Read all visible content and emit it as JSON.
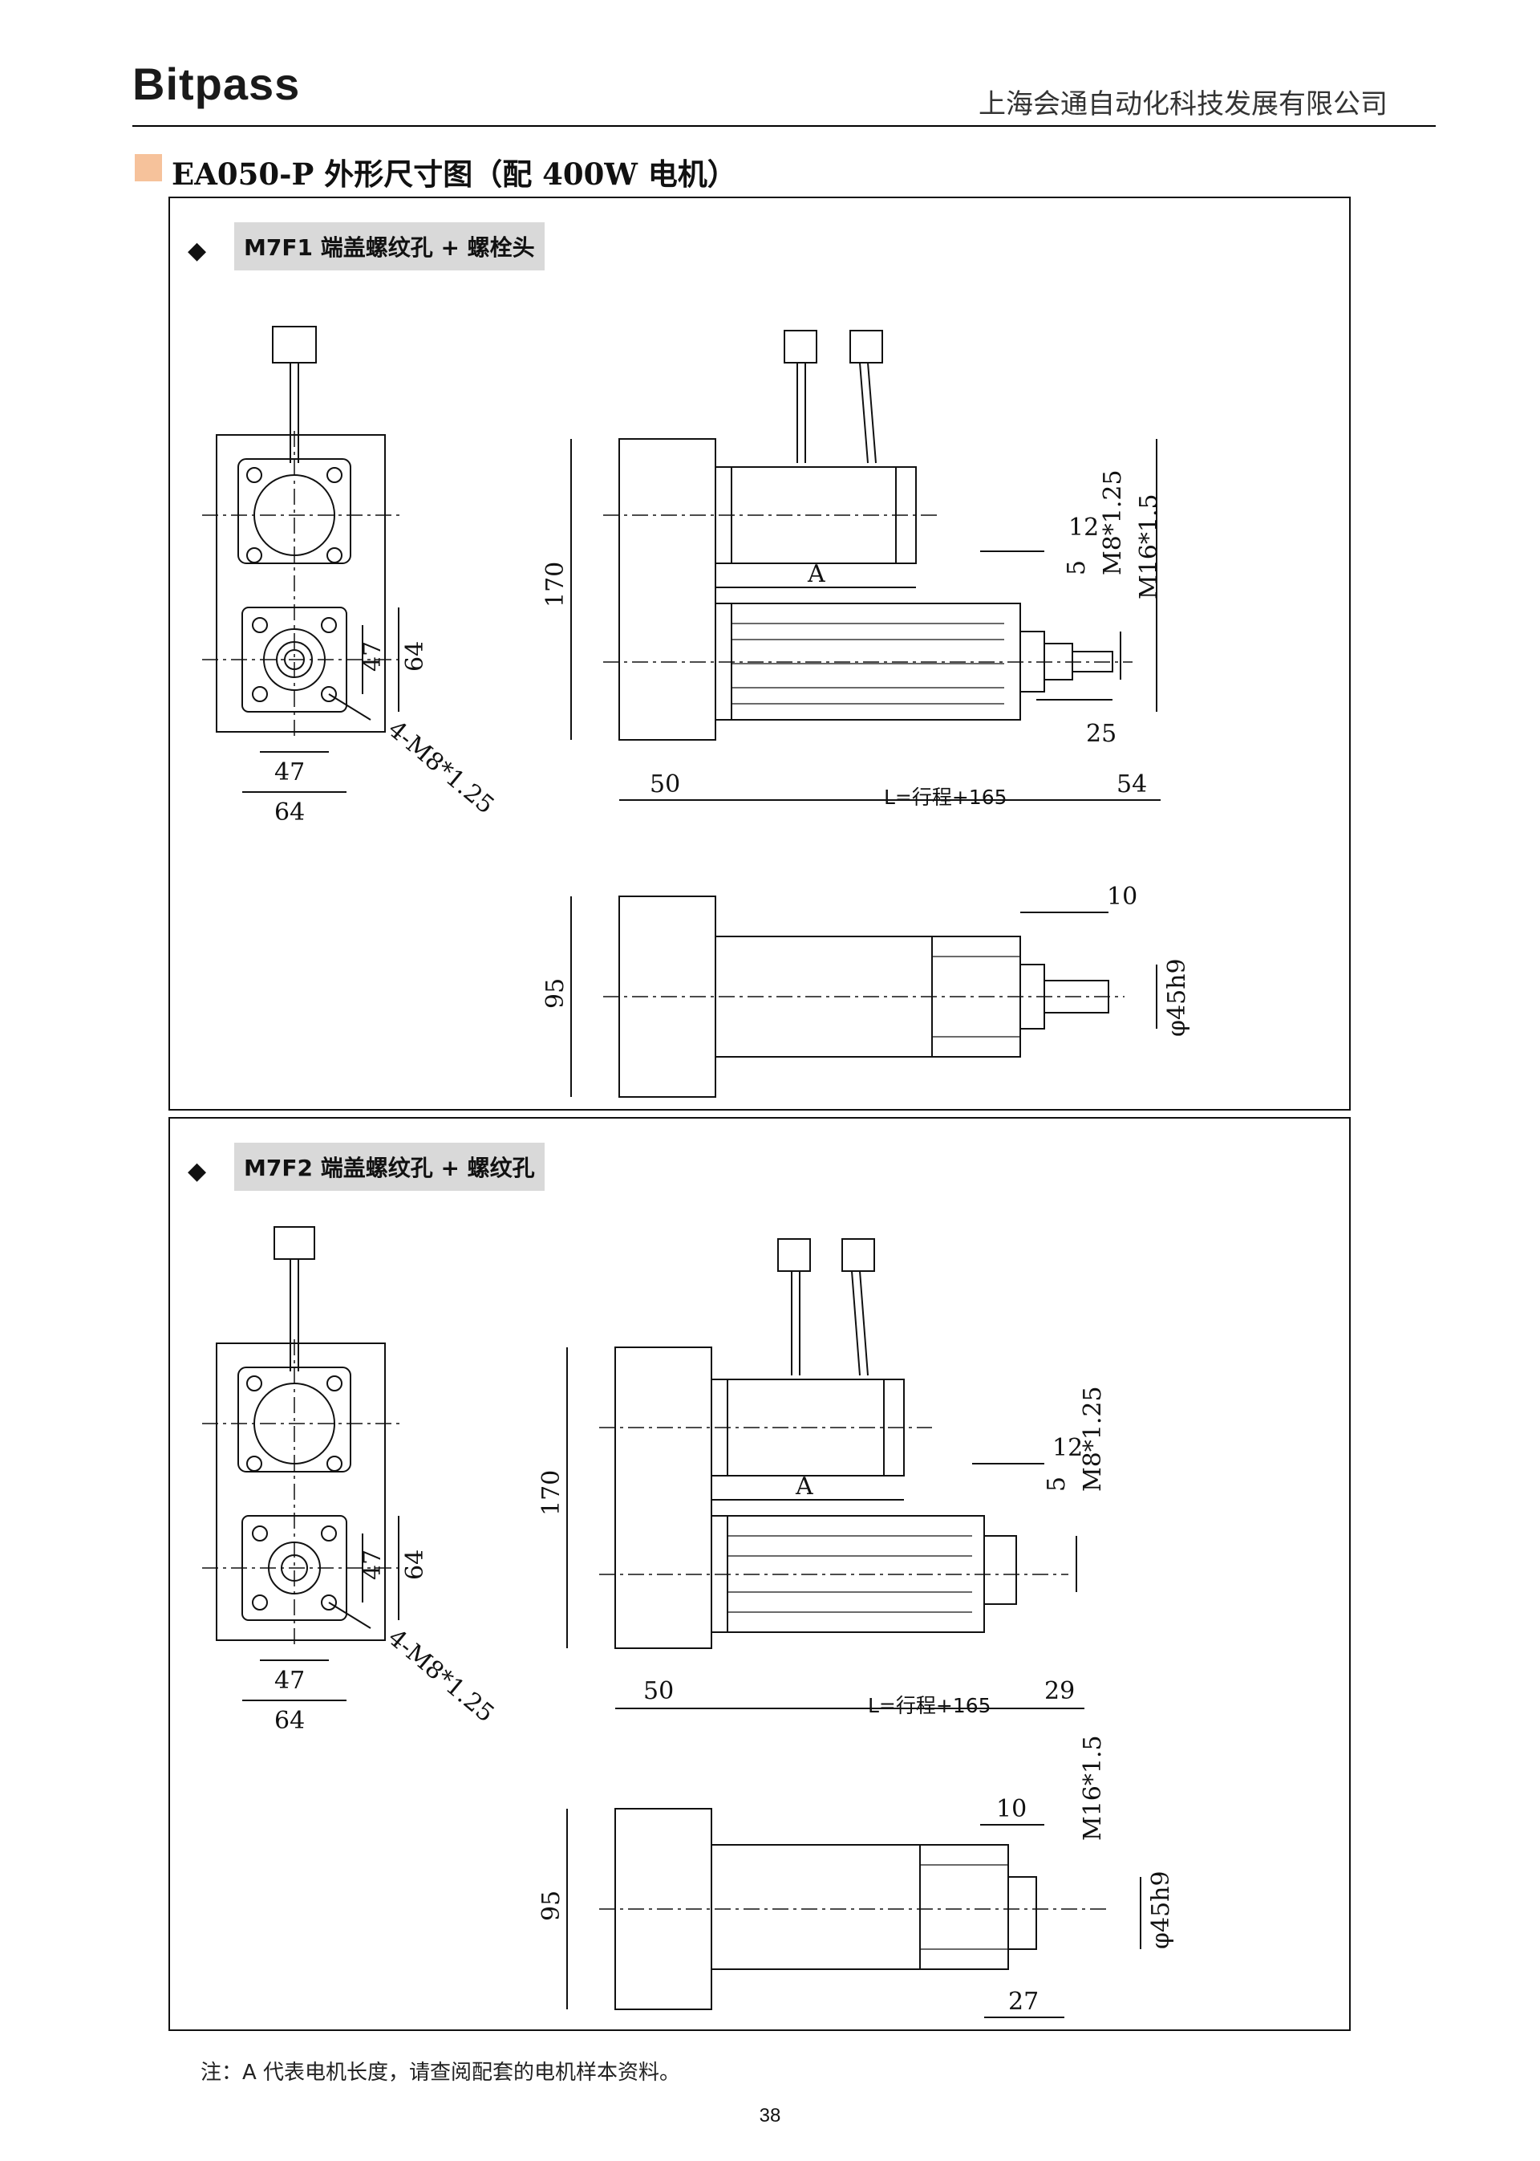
{
  "header": {
    "logo": "Bitpass",
    "company": "上海会通自动化科技发展有限公司"
  },
  "title": "EA050-P 外形尺寸图（配 400W 电机）",
  "diamond": "◆",
  "panels": [
    {
      "label": "M7F1  端盖螺纹孔 + 螺栓头",
      "dims": {
        "front_hole_label": "4-M8*1.25",
        "inner_square": "47",
        "outer_square": "64",
        "height_side": "170",
        "offset_a": "A",
        "thread_depth": "12",
        "thread_offset": "5",
        "thread_m8": "M8*1.25",
        "thread_m16": "M16*1.5",
        "rear_block": "50",
        "length": "L=行程+165",
        "rod_length": "54",
        "rod_stub": "25",
        "top_height": "95",
        "top_rod": "10",
        "rod_dia": "φ45h9"
      }
    },
    {
      "label": "M7F2 端盖螺纹孔 + 螺纹孔",
      "dims": {
        "front_hole_label": "4-M8*1.25",
        "inner_square": "47",
        "outer_square": "64",
        "height_side": "170",
        "offset_a": "A",
        "thread_depth": "12",
        "thread_offset": "5",
        "thread_m8": "M8*1.25",
        "rear_block": "50",
        "length": "L=行程+165",
        "rod_length": "29",
        "top_height": "95",
        "top_rod": "10",
        "thread_m16": "M16*1.5",
        "top_rod_len": "27",
        "rod_dia": "φ45h9"
      }
    }
  ],
  "footnote": "注：A 代表电机长度，请查阅配套的电机样本资料。",
  "page_number": "38"
}
